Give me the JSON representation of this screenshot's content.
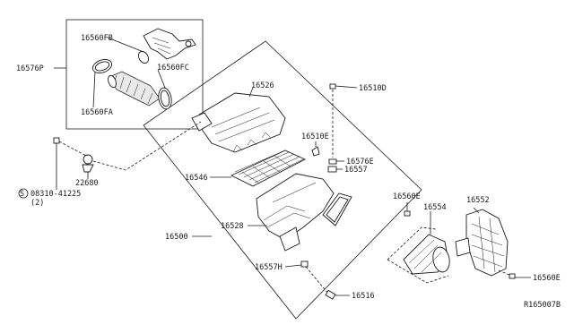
{
  "labels": {
    "l16560FB": "16560FB",
    "l16560FC": "16560FC",
    "l16576P": "16576P",
    "l16560FA": "16560FA",
    "l16526": "16526",
    "l16510D": "16510D",
    "l16510E": "16510E",
    "l16576E": "16576E",
    "l16557": "16557",
    "l16546": "16546",
    "l22680": "22680",
    "l08310": "08310-41225",
    "l08310q": "(2)",
    "l16560E_a": "16560E",
    "l16552": "16552",
    "l16554": "16554",
    "l16528": "16528",
    "l16500": "16500",
    "l16557H": "16557H",
    "l16516": "16516",
    "l16560E_b": "16560E",
    "diagram_code": "R165007B"
  },
  "symbols": {
    "screw_symbol": "S"
  }
}
